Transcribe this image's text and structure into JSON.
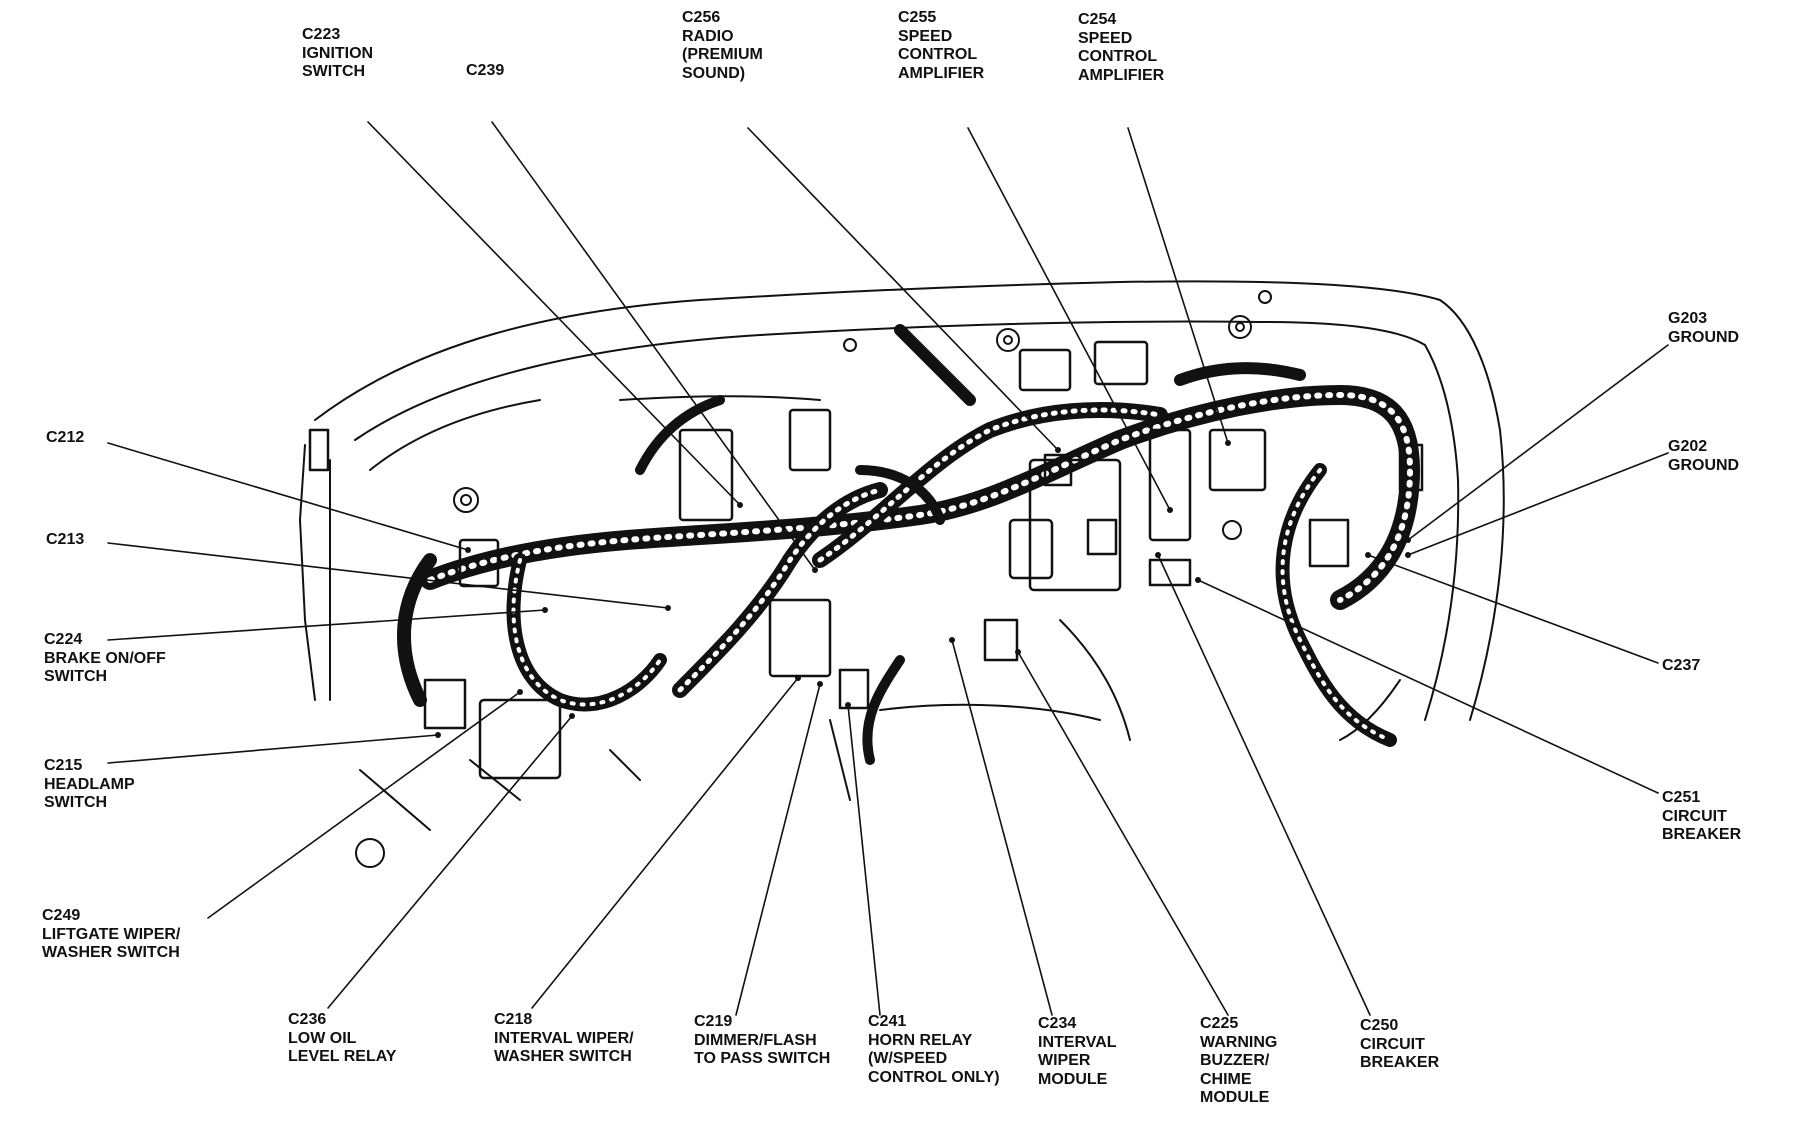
{
  "colors": {
    "ink": "#111111",
    "paper": "#ffffff"
  },
  "labels": {
    "c223": {
      "code": "C223",
      "lines": [
        "IGNITION",
        "SWITCH"
      ]
    },
    "c239": {
      "code": "C239",
      "lines": []
    },
    "c256": {
      "code": "C256",
      "lines": [
        "RADIO",
        "(PREMIUM",
        "SOUND)"
      ]
    },
    "c255": {
      "code": "C255",
      "lines": [
        "SPEED",
        "CONTROL",
        "AMPLIFIER"
      ]
    },
    "c254": {
      "code": "C254",
      "lines": [
        "SPEED",
        "CONTROL",
        "AMPLIFIER"
      ]
    },
    "g203": {
      "code": "G203",
      "lines": [
        "GROUND"
      ]
    },
    "g202": {
      "code": "G202",
      "lines": [
        "GROUND"
      ]
    },
    "c237": {
      "code": "C237",
      "lines": []
    },
    "c251": {
      "code": "C251",
      "lines": [
        "CIRCUIT",
        "BREAKER"
      ]
    },
    "c212": {
      "code": "C212",
      "lines": []
    },
    "c213": {
      "code": "C213",
      "lines": []
    },
    "c224": {
      "code": "C224",
      "lines": [
        "BRAKE ON/OFF",
        "SWITCH"
      ]
    },
    "c215": {
      "code": "C215",
      "lines": [
        "HEADLAMP",
        "SWITCH"
      ]
    },
    "c249": {
      "code": "C249",
      "lines": [
        "LIFTGATE WIPER/",
        "WASHER SWITCH"
      ]
    },
    "c236": {
      "code": "C236",
      "lines": [
        "LOW OIL",
        "LEVEL RELAY"
      ]
    },
    "c218": {
      "code": "C218",
      "lines": [
        "INTERVAL WIPER/",
        "WASHER SWITCH"
      ]
    },
    "c219": {
      "code": "C219",
      "lines": [
        "DIMMER/FLASH",
        "TO PASS SWITCH"
      ]
    },
    "c241": {
      "code": "C241",
      "lines": [
        "HORN RELAY",
        "(W/SPEED",
        "CONTROL ONLY)"
      ]
    },
    "c234": {
      "code": "C234",
      "lines": [
        "INTERVAL",
        "WIPER",
        "MODULE"
      ]
    },
    "c225": {
      "code": "C225",
      "lines": [
        "WARNING",
        "BUZZER/",
        "CHIME",
        "MODULE"
      ]
    },
    "c250": {
      "code": "C250",
      "lines": [
        "CIRCUIT",
        "BREAKER"
      ]
    }
  }
}
